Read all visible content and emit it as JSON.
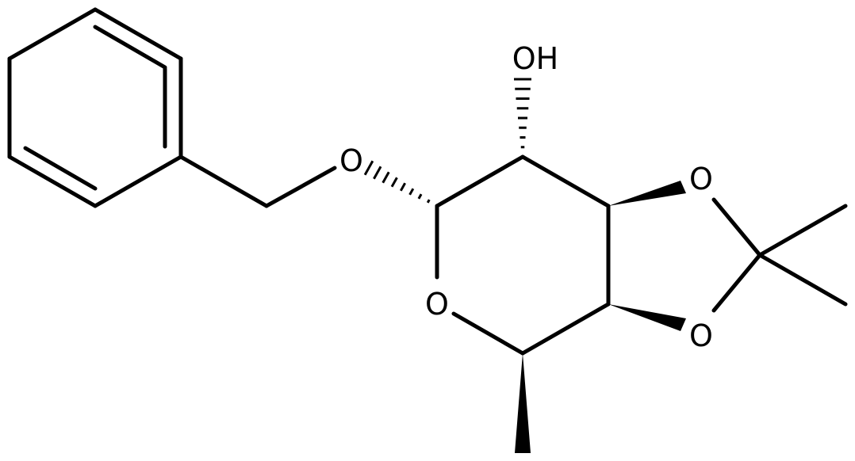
{
  "structure": {
    "labels": {
      "hydroxyl": "OH",
      "ether_oxygen": "O",
      "ring_oxygen": "O",
      "dioxolane_oxygen_upper": "O",
      "dioxolane_oxygen_lower": "O"
    },
    "colors": {
      "ink": "#000000",
      "background": "#ffffff"
    }
  }
}
